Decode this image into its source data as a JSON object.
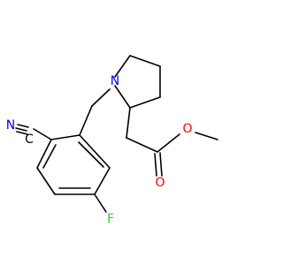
{
  "molecule": {
    "atoms": {
      "n_ring": "N",
      "n_nitrile": "N",
      "c_nitrile": "C",
      "f": "F",
      "o_carbonyl": "O",
      "o_ester": "O"
    },
    "colors": {
      "bond": "#000000",
      "nitrogen": "#0000ff",
      "oxygen": "#ff0000",
      "fluorine": "#33cc33",
      "carbon": "#000000"
    }
  }
}
